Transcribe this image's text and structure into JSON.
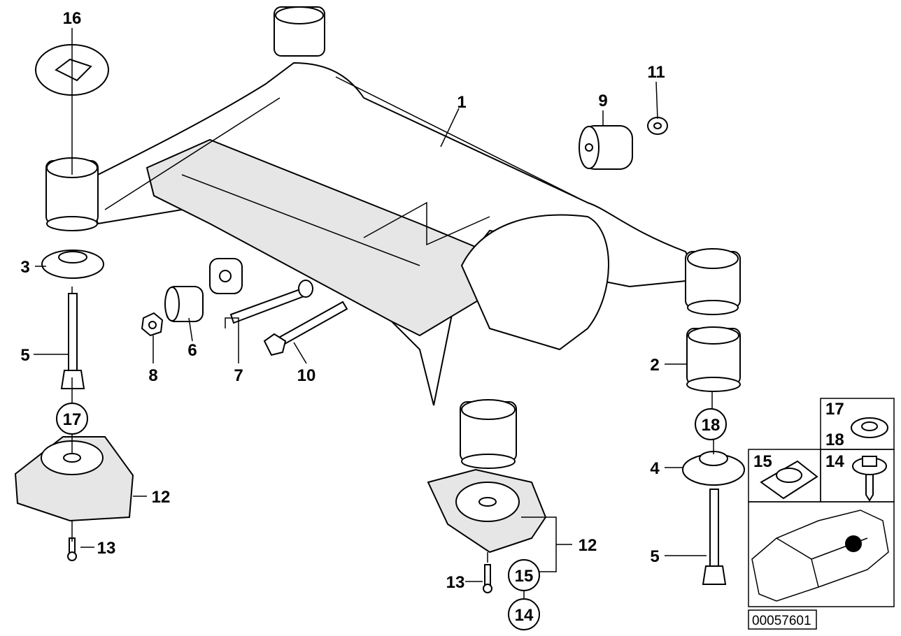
{
  "diagram": {
    "callouts": {
      "c1": "1",
      "c2": "2",
      "c3": "3",
      "c4": "4",
      "c5a": "5",
      "c5b": "5",
      "c6": "6",
      "c7": "7",
      "c8": "8",
      "c9": "9",
      "c10": "10",
      "c11": "11",
      "c12a": "12",
      "c12b": "12",
      "c13a": "13",
      "c13b": "13",
      "c14": "14",
      "c15": "15",
      "c16": "16",
      "c17": "17",
      "c18": "18"
    },
    "inset": {
      "l17": "17",
      "l18": "18",
      "l15": "15",
      "l14": "14"
    },
    "diagram_code": "00057601",
    "colors": {
      "line": "#000000",
      "background": "#ffffff",
      "marker": "#000000"
    }
  }
}
